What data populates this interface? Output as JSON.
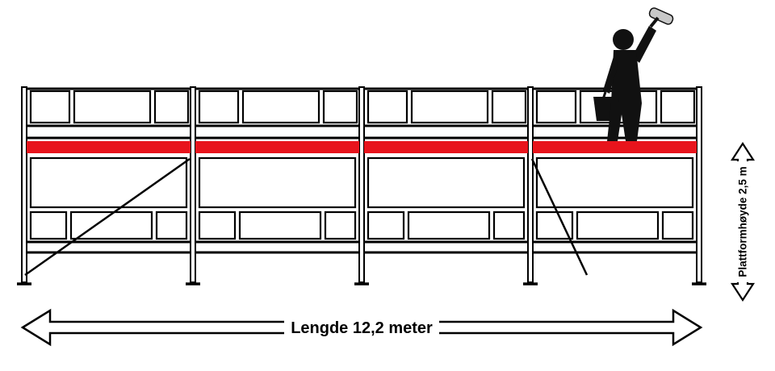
{
  "diagram": {
    "type": "scaffolding-elevation-drawing",
    "labels": {
      "length": "Lengde 12,2 meter",
      "platform_height": "Plattformhøyde 2,5 m"
    },
    "values": {
      "length_meters": "12,2",
      "platform_height_meters": "2,5",
      "bays": 4
    },
    "colors": {
      "platform": "#e8141c",
      "lines": "#000000",
      "silhouette": "#111111",
      "roller": "#c8c8c8",
      "background": "#ffffff"
    },
    "icons": {
      "painter": "painter-silhouette",
      "roller": "paint-roller-icon",
      "bucket": "paint-bucket-icon",
      "length_arrow": "length-dimension-arrow",
      "height_arrow": "height-dimension-arrow"
    }
  }
}
